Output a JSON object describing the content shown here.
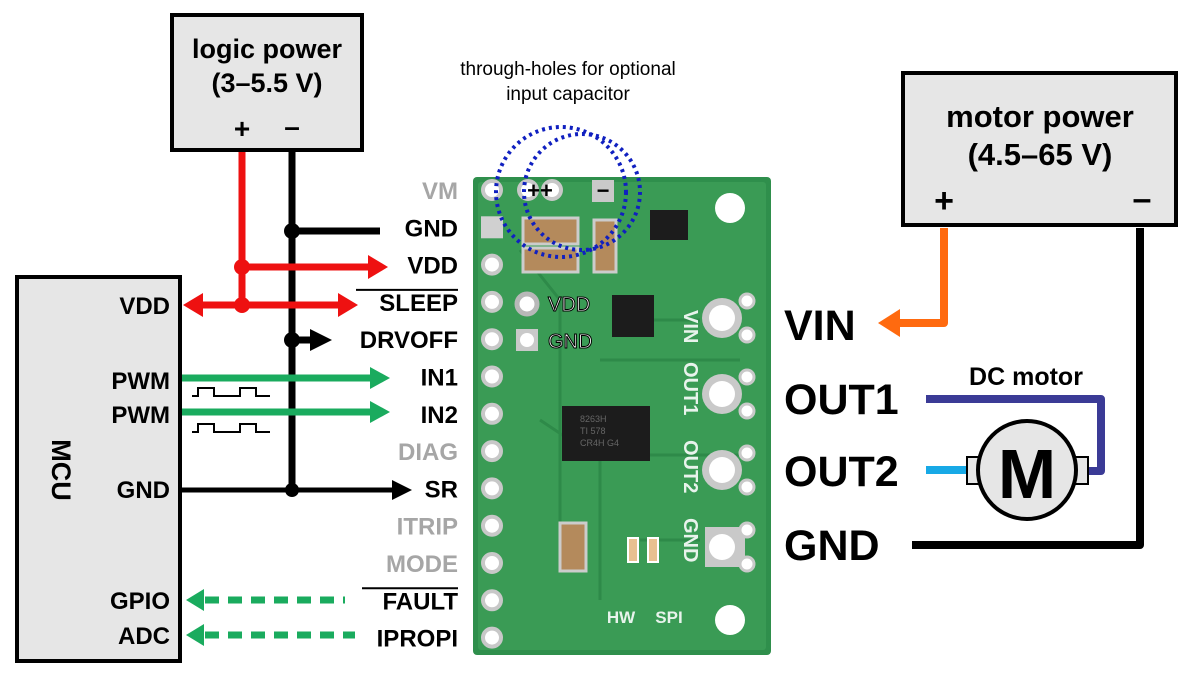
{
  "colors": {
    "logic": "#ee1111",
    "ground": "#000000",
    "signal": "#1aab5e",
    "motor_power": "#ff6a0f",
    "out1": "#3b3b96",
    "out2": "#17a9e6",
    "capacitor_circle": "#1020c0",
    "board": "#2f8f4c",
    "board_light": "#3ea45c",
    "box_fill": "#e6e6e6",
    "inactive_label": "#a6a6a6"
  },
  "logic_power": {
    "title": "logic power",
    "range": "(3–5.5 V)",
    "plus": "+",
    "minus": "–"
  },
  "motor_power": {
    "title": "motor power",
    "range": "(4.5–65 V)",
    "plus": "+",
    "minus": "–"
  },
  "mcu": {
    "name": "MCU",
    "pins": [
      {
        "label": "VDD"
      },
      {
        "label": "PWM"
      },
      {
        "label": "PWM"
      },
      {
        "label": "GND"
      },
      {
        "label": "GPIO"
      },
      {
        "label": "ADC"
      }
    ]
  },
  "annotation": {
    "line1": "through-holes for optional",
    "line2": "input capacitor",
    "cap_plus": "++",
    "cap_minus": "−"
  },
  "board": {
    "left_pins": [
      {
        "label": "VM",
        "active": false,
        "overline": false
      },
      {
        "label": "GND",
        "active": true,
        "overline": false
      },
      {
        "label": "VDD",
        "active": true,
        "overline": false
      },
      {
        "label": "SLEEP",
        "active": true,
        "overline": true
      },
      {
        "label": "DRVOFF",
        "active": true,
        "overline": false
      },
      {
        "label": "IN1",
        "active": true,
        "overline": false
      },
      {
        "label": "IN2",
        "active": true,
        "overline": false
      },
      {
        "label": "DIAG",
        "active": false,
        "overline": false
      },
      {
        "label": "SR",
        "active": true,
        "overline": false
      },
      {
        "label": "ITRIP",
        "active": false,
        "overline": false
      },
      {
        "label": "MODE",
        "active": false,
        "overline": false
      },
      {
        "label": "FAULT",
        "active": true,
        "overline": true
      },
      {
        "label": "IPROPI",
        "active": true,
        "overline": false
      }
    ],
    "silk_vdd": "VDD",
    "silk_gnd": "GND",
    "silk_right": [
      "VIN",
      "OUT1",
      "OUT2",
      "GND"
    ],
    "silk_hw": "HW",
    "silk_spi": "SPI",
    "chip_text": [
      "8263H",
      "TI 578",
      "CR4H G4"
    ]
  },
  "outputs": {
    "terminals": [
      {
        "label": "VIN"
      },
      {
        "label": "OUT1"
      },
      {
        "label": "OUT2"
      },
      {
        "label": "GND"
      }
    ],
    "motor_label": "DC motor",
    "motor_symbol": "M"
  }
}
